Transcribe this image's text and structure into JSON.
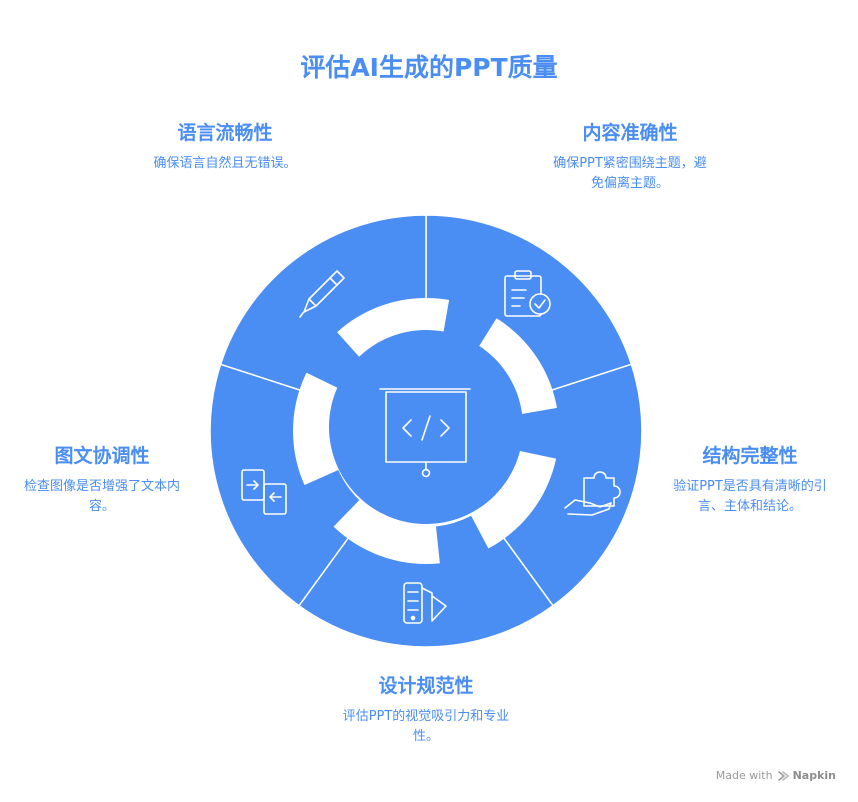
{
  "title": "评估AI生成的PPT质量",
  "segments": [
    {
      "id": "fluency",
      "title": "语言流畅性",
      "desc": "确保语言自然且无错误。",
      "icon": "pen-icon"
    },
    {
      "id": "accuracy",
      "title": "内容准确性",
      "desc": "确保PPT紧密围绕主题，避免偏离主题。",
      "icon": "clipboard-check-icon"
    },
    {
      "id": "completeness",
      "title": "结构完整性",
      "desc": "验证PPT是否具有清晰的引言、主体和结论。",
      "icon": "puzzle-hand-icon"
    },
    {
      "id": "design",
      "title": "设计规范性",
      "desc": "评估PPT的视觉吸引力和专业性。",
      "icon": "color-swatch-icon"
    },
    {
      "id": "coordination",
      "title": "图文协调性",
      "desc": "检查图像是否增强了文本内容。",
      "icon": "exchange-icon"
    }
  ],
  "center_icon": "presentation-code-icon",
  "footer": {
    "made_with": "Made with",
    "brand": "Napkin"
  },
  "colors": {
    "primary": "#4A8DF3",
    "background": "#ffffff"
  }
}
